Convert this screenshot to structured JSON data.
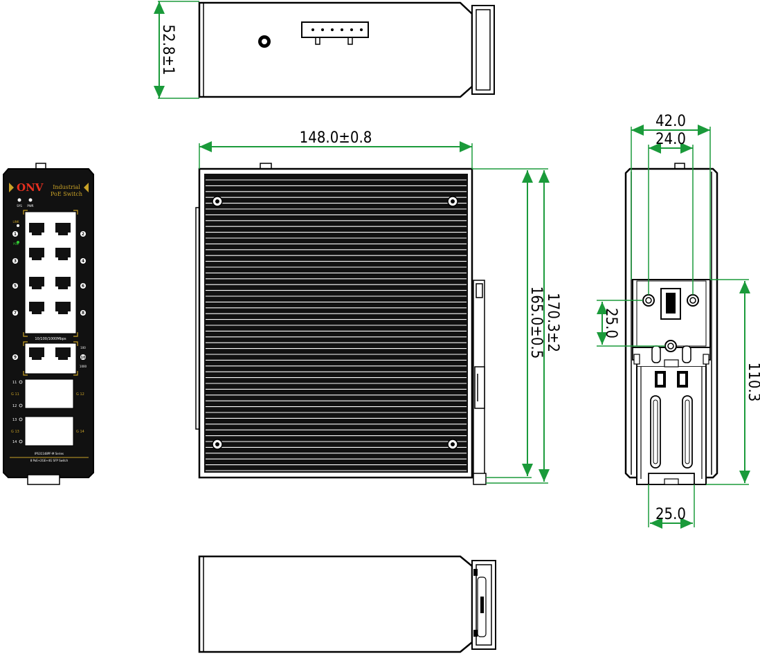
{
  "dimensions": {
    "height": "52.8±1",
    "width": "148.0±0.8",
    "depth_inner": "165.0±0.5",
    "depth_outer": "170.3±2",
    "side_width": "42.0",
    "hole_spacing": "24.0",
    "hole_vertical": "25.0",
    "rail_height": "110.3",
    "rail_width": "25.0"
  },
  "front_panel": {
    "brand": "ONV",
    "title_line1": "Industrial",
    "title_line2": "PoE Switch",
    "led_sys": "SYS",
    "led_pwr": "PWR",
    "link_label": "LINK",
    "poe_label": "POE",
    "port_speed": "10/100/1000Mbps",
    "speed_100": "100",
    "speed_1000": "1000",
    "sfp_11": "G 11",
    "sfp_12": "G 12",
    "sfp_13": "G 13",
    "sfp_14": "G 14",
    "port_11": "11",
    "port_12": "12",
    "port_13": "13",
    "port_14": "14",
    "model_line1": "IPS31148PF-M Series",
    "model_line2": "8 PoE+2GE+4G SFP Switch",
    "port_numbers": [
      "1",
      "2",
      "3",
      "4",
      "5",
      "6",
      "7",
      "8",
      "9",
      "10"
    ]
  },
  "colors": {
    "dimension": "#1a9a3a",
    "outline": "#000000",
    "panel": "#111111",
    "accent": "#c9a227",
    "brand": "#e53020"
  }
}
